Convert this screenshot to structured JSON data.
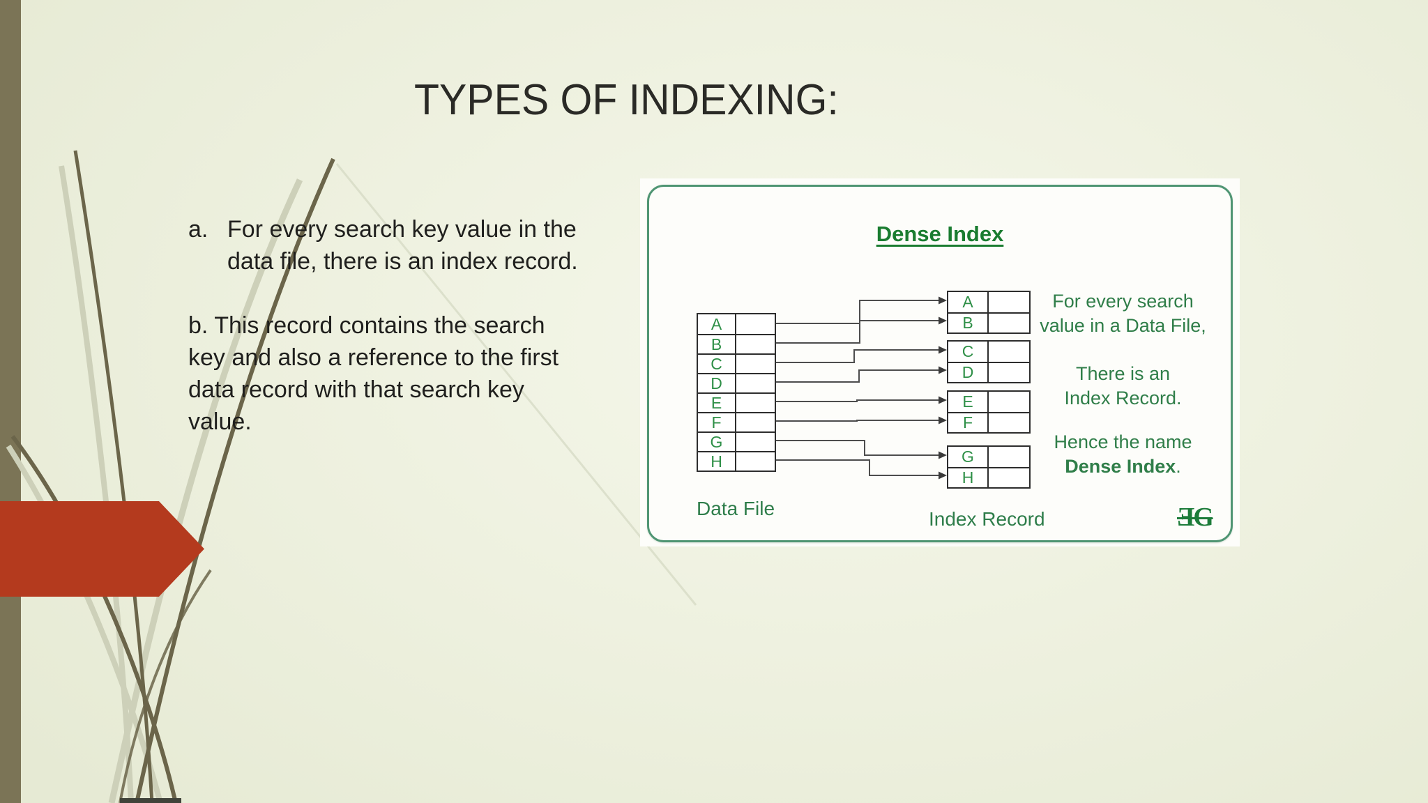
{
  "slide": {
    "title": "TYPES OF INDEXING:",
    "bullets": {
      "a_marker": "a.",
      "a_line1": "For every search key value in the",
      "a_line2": "data file, there is an index record.",
      "b_line1": "b. This record contains the search",
      "b_line2": "key and also a reference to the first",
      "b_line3": "data record with that search key",
      "b_line4": "value."
    }
  },
  "diagram": {
    "title": "Dense Index",
    "data_file": {
      "label": "Data File",
      "rows": [
        "A",
        "B",
        "C",
        "D",
        "E",
        "F",
        "G",
        "H"
      ]
    },
    "index_record": {
      "label": "Index Record",
      "groups": [
        [
          "A",
          "B"
        ],
        [
          "C",
          "D"
        ],
        [
          "E",
          "F"
        ],
        [
          "G",
          "H"
        ]
      ]
    },
    "notes": {
      "line1": "For every search",
      "line2": "value in a Data File,",
      "line3": "There is an",
      "line4": "Index Record.",
      "line5": "Hence the name",
      "line6_bold": "Dense Index",
      "line6_suffix": "."
    },
    "logo": "ƎG"
  },
  "colors": {
    "accent_red": "#b43a1e",
    "olive_bar": "#7b7456",
    "grass_dark": "#6b654a",
    "grass_pale": "#cdd0b9",
    "panel_border_green": "#4f9573",
    "diagram_green": "#2e8f47",
    "note_green": "#307e49",
    "body_text": "#1f1f1d"
  }
}
